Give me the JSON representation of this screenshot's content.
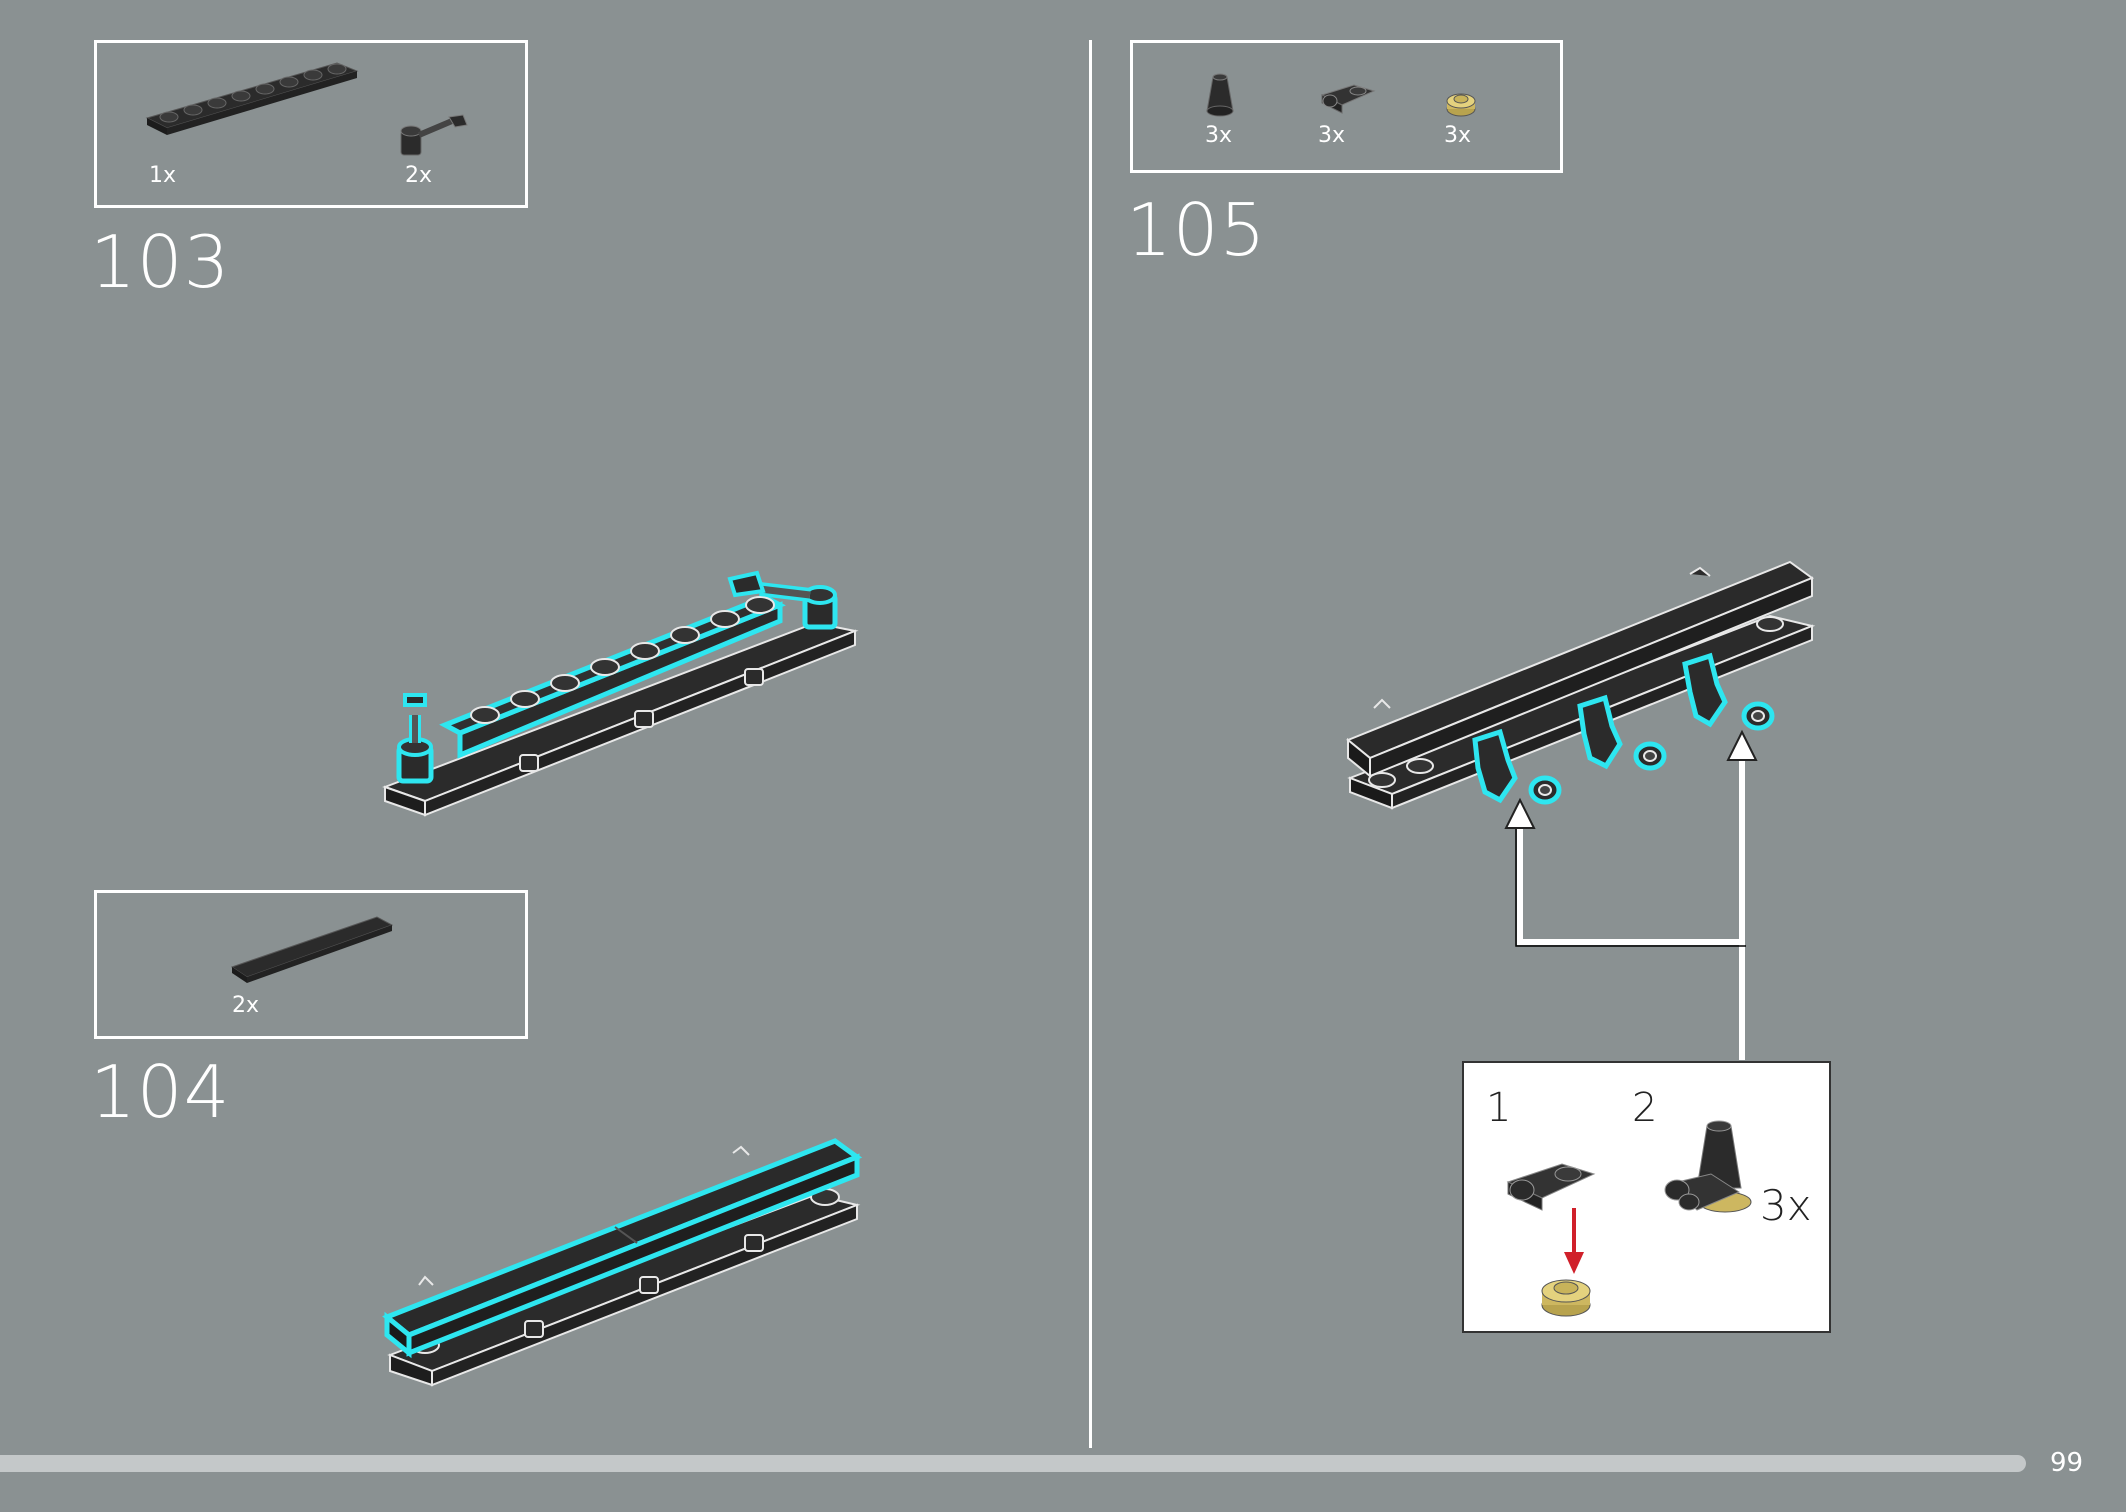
{
  "steps": [
    {
      "number": "103",
      "parts": [
        {
          "name": "plate-1x8",
          "qty": "1x"
        },
        {
          "name": "hose-connector",
          "qty": "2x"
        }
      ]
    },
    {
      "number": "104",
      "parts": [
        {
          "name": "tile-1x8",
          "qty": "2x"
        }
      ]
    },
    {
      "number": "105",
      "parts": [
        {
          "name": "cone-1x1",
          "qty": "3x"
        },
        {
          "name": "plate-clip",
          "qty": "3x"
        },
        {
          "name": "round-plate-gold",
          "qty": "3x"
        }
      ],
      "callout": {
        "substep1": "1",
        "substep2": "2",
        "qty": "3x"
      }
    }
  ],
  "page_number": "99",
  "colors": {
    "background": "#8a9192",
    "highlight": "#2ee6f0",
    "part": "#2b2b2b",
    "gold": "#d8c470",
    "arrow_red": "#d0202a"
  }
}
